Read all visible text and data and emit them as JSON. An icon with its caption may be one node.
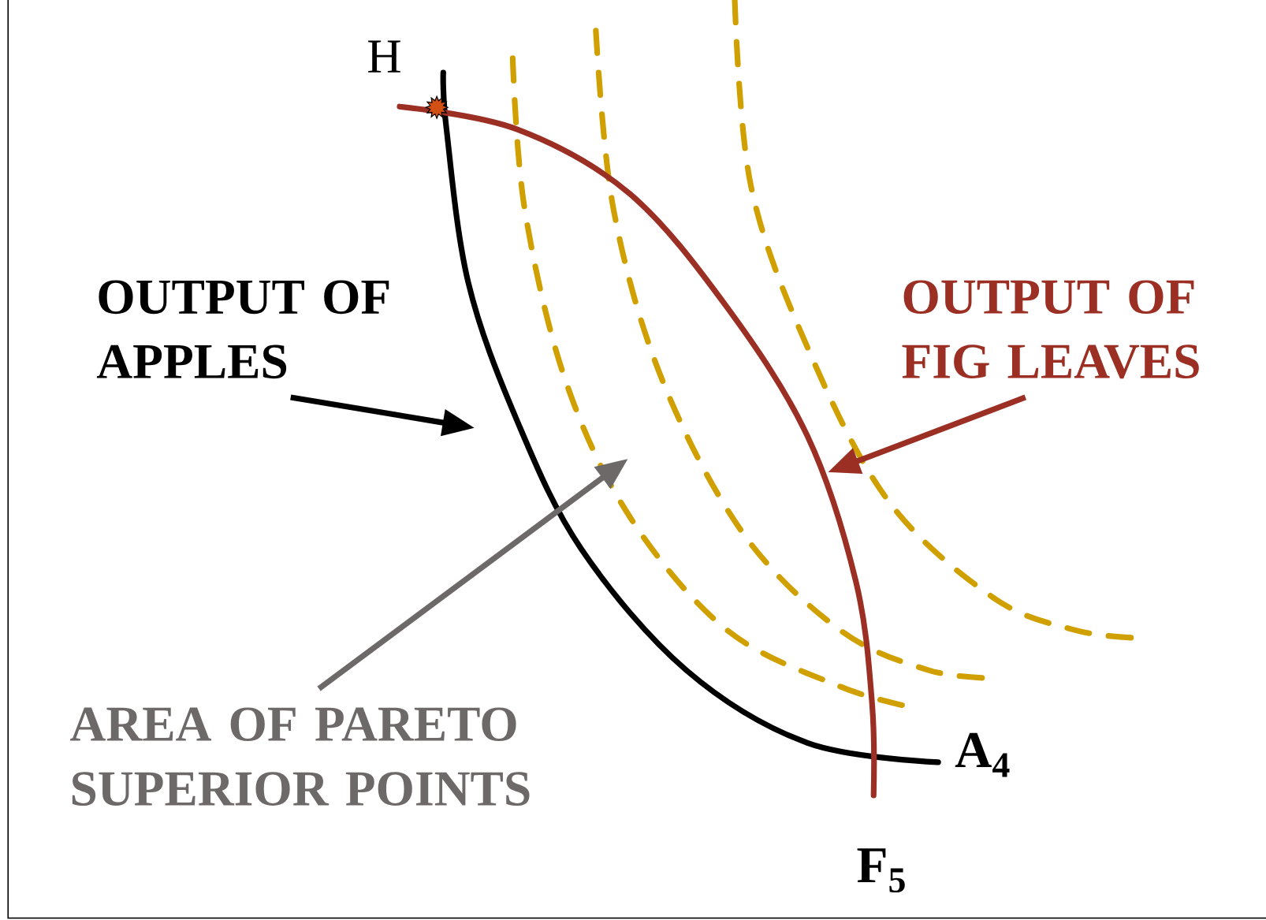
{
  "diagram": {
    "nodes": [
      {
        "text": [
          "OUTPUT OF APPLES"
        ]
      },
      {
        "text": [
          "OUTPUT OF FIG LEAVES"
        ]
      },
      {
        "text": [
          "AREA OF PARETO SUPERIOR POINTS"
        ]
      }
    ],
    "edges": [
      {
        "from": 0,
        "to": null,
        "arrow": "to",
        "color": "#000000"
      },
      {
        "from": 1,
        "to": null,
        "arrow": "to",
        "color": "#9b2f24"
      },
      {
        "from": 2,
        "to": null,
        "arrow": "to",
        "color": "#6d6968"
      }
    ],
    "labels": [
      "H",
      "A$_{4}$",
      "F$_{5}$"
    ]
  }
}
